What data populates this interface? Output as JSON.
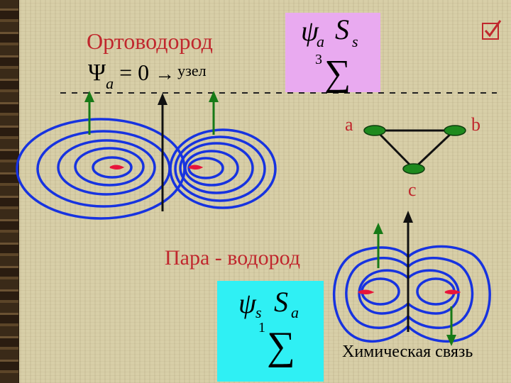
{
  "labels": {
    "ortho": "Ортоводород",
    "para": "Пара - водород",
    "chem_bond": "Химическая связь",
    "node_word": "узел",
    "node_a": "a",
    "node_b": "b",
    "node_c": "c"
  },
  "formula_ortho": {
    "lhs": "Ψ",
    "sub": "a",
    "eq": "= 0",
    "arrow": "→"
  },
  "box_ortho": {
    "psi": "ψ",
    "psi_sub": "a",
    "S": "S",
    "S_sub": "s",
    "num": "3",
    "sigma": "∑",
    "color": "#e9aaf0"
  },
  "box_para": {
    "psi": "ψ",
    "psi_sub": "s",
    "S": "S",
    "S_sub": "a",
    "num": "1",
    "sigma": "∑",
    "color": "#2ff0f4"
  },
  "colors": {
    "title_red": "#c0272d",
    "contour_blue": "#1733e0",
    "arrow_green": "#177a17",
    "nucleus_red": "#e8153a",
    "node_green": "#1e8a1e"
  },
  "icons": {
    "checkbox": "checkbox-checked-icon"
  }
}
